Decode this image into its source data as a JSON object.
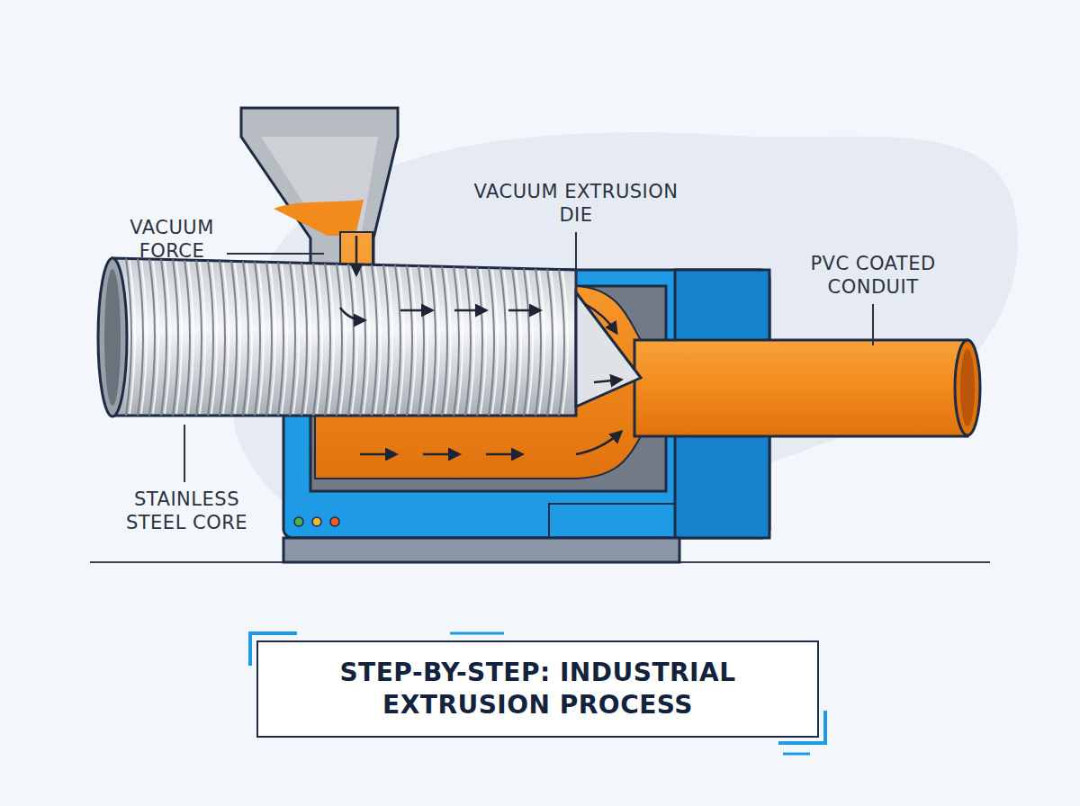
{
  "diagram": {
    "title": "STEP-BY-STEP: INDUSTRIAL EXTRUSION PROCESS",
    "labels": [
      "VACUUM FORCE",
      "VACUUM EXTRUSION DIE",
      "PVC COATED CONDUIT",
      "STAINLESS STEEL CORE"
    ]
  }
}
